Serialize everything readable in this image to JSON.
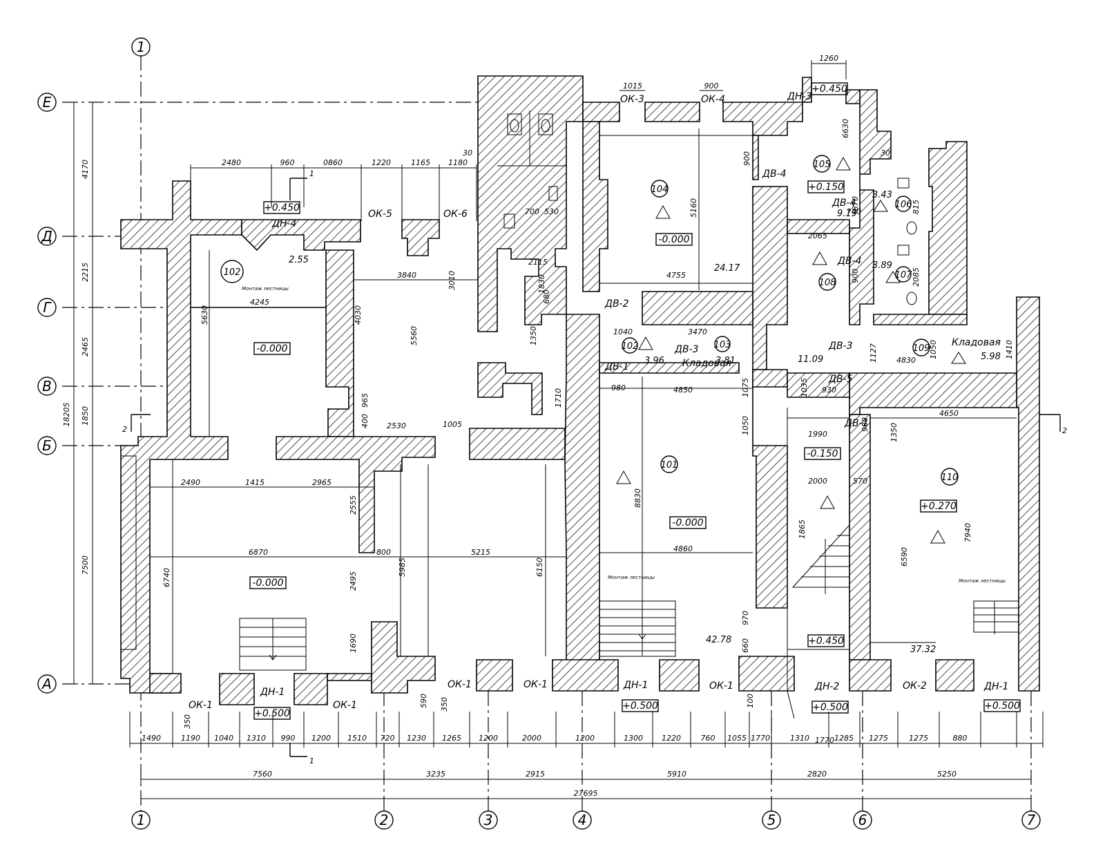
{
  "plan": {
    "axes_letters": [
      "Е",
      "Д",
      "Г",
      "В",
      "Б",
      "А"
    ],
    "axes_numbers": [
      "1",
      "1",
      "2",
      "3",
      "4",
      "5",
      "6",
      "7"
    ],
    "left_dims": [
      "4170",
      "2215",
      "2465",
      "1850",
      "7500",
      "18205"
    ],
    "bottom_dims_row1": [
      "1490",
      "1190",
      "1040",
      "1310",
      "990",
      "1200",
      "1510",
      "720",
      "1230",
      "1265",
      "1200",
      "2000",
      "1200",
      "1300",
      "1220",
      "760",
      "1055",
      "1770",
      "1310",
      "1285",
      "1275",
      "1275",
      "880"
    ],
    "bottom_dims_row2": [
      "7560",
      "3235",
      "2915",
      "5910",
      "2820",
      "5250"
    ],
    "total_dim": "27695",
    "top_dims": [
      "2480",
      "960",
      "0860",
      "1220",
      "1165",
      "1180",
      "30",
      "1015",
      "900",
      "1260"
    ],
    "rooms": [
      "102",
      "101",
      "104",
      "105",
      "106",
      "107",
      "108",
      "109",
      "110",
      "102",
      "103"
    ],
    "elevations": [
      "+0.450",
      "-0.000",
      "-0.000",
      "-0.000",
      "-0.000",
      "+0.500",
      "+0.500",
      "+0.500",
      "+0.500",
      "+0.150",
      "-0.150",
      "+0.450",
      "+0.270",
      "+0.450"
    ],
    "areas": [
      "2.55",
      "24.17",
      "42.78",
      "11.09",
      "37.32",
      "3.43",
      "9.19",
      "3.89",
      "3.96",
      "3.81",
      "5.98"
    ],
    "openings": [
      "ДН-4",
      "ДН-3",
      "ДН-1",
      "ДН-1",
      "ДН-1",
      "ДН-2",
      "ОК-1",
      "ОК-1",
      "ОК-1",
      "ОК-1",
      "ОК-1",
      "ОК-2",
      "ОК-3",
      "ОК-4",
      "ОК-5",
      "ОК-6",
      "ДВ-1",
      "ДВ-1",
      "ДВ-2",
      "ДВ-3",
      "ДВ-3",
      "ДВ-4",
      "ДВ-4",
      "ДВ-4",
      "ДВ-5"
    ],
    "storage": [
      "Кладовая",
      "Кладовая"
    ],
    "notes": [
      "Монтаж лестницы",
      "Монтаж лестницы",
      "Монтаж лестницы"
    ],
    "inner_dims": [
      "3840",
      "4245",
      "5630",
      "4030",
      "5560",
      "3010",
      "2115",
      "1830",
      "680",
      "1350",
      "2530",
      "1005",
      "965",
      "400",
      "1710",
      "2490",
      "1415",
      "2965",
      "6870",
      "5215",
      "2555",
      "800",
      "6740",
      "2495",
      "5985",
      "6150",
      "1690",
      "4755",
      "5160",
      "1040",
      "3470",
      "980",
      "4850",
      "1075",
      "1050",
      "4860",
      "8830",
      "6630",
      "970",
      "660",
      "2065",
      "870",
      "815",
      "2085",
      "1990",
      "2000",
      "570",
      "930",
      "980",
      "1350",
      "4650",
      "6590",
      "7940",
      "4830",
      "1050",
      "1410",
      "1127",
      "350",
      "350",
      "590",
      "100",
      "30",
      "700",
      "530",
      "900",
      "1865",
      "1035",
      "740",
      "900",
      "1770"
    ],
    "section_marks": [
      "1",
      "1",
      "2",
      "2"
    ]
  }
}
